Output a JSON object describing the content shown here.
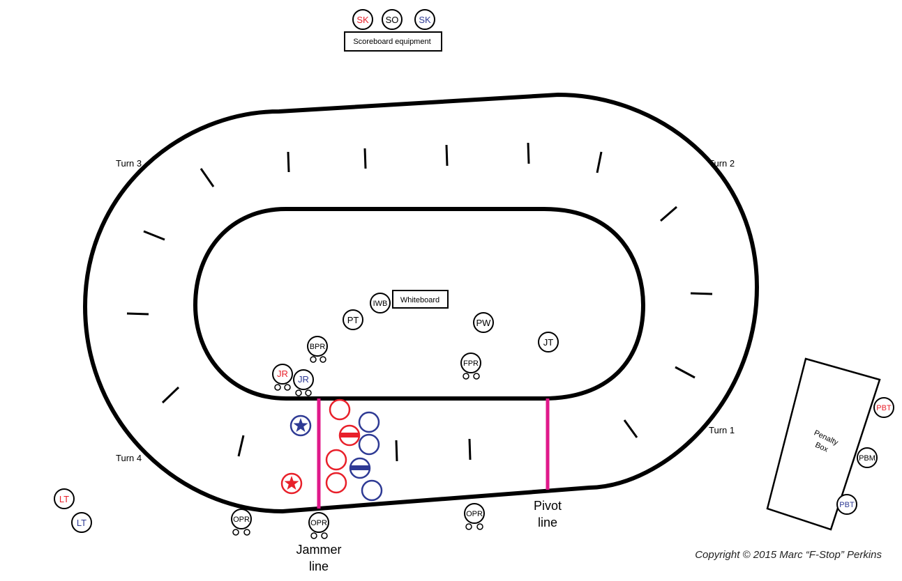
{
  "colors": {
    "track": "#000000",
    "red": "#e8202a",
    "blue": "#2e3a94",
    "line": "#e0198a"
  },
  "scoreboard": {
    "label": "Scoreboard equipment",
    "officials": [
      {
        "text": "SK",
        "color": "red"
      },
      {
        "text": "SO",
        "color": "black"
      },
      {
        "text": "SK",
        "color": "blue"
      }
    ]
  },
  "whiteboard": {
    "label": "Whiteboard"
  },
  "turns": {
    "turn1": "Turn 1",
    "turn2": "Turn 2",
    "turn3": "Turn 3",
    "turn4": "Turn 4"
  },
  "lines": {
    "jammer": {
      "line1": "Jammer",
      "line2": "line"
    },
    "pivot": {
      "line1": "Pivot",
      "line2": "line"
    }
  },
  "infield_officials": {
    "iwb": "IWB",
    "pt": "PT",
    "pw": "PW",
    "jt": "JT",
    "bpr": "BPR",
    "fpr": "FPR",
    "jr_red": "JR",
    "jr_blue": "JR"
  },
  "outside_officials": {
    "opr1": "OPR",
    "opr2": "OPR",
    "opr3": "OPR",
    "lt_red": "LT",
    "lt_blue": "LT"
  },
  "penalty": {
    "box_line1": "Penalty",
    "box_line2": "Box",
    "pbt_red": "PBT",
    "pbm": "PBM",
    "pbt_blue": "PBT"
  },
  "copyright": "Copyright © 2015 Marc “F-Stop” Perkins"
}
